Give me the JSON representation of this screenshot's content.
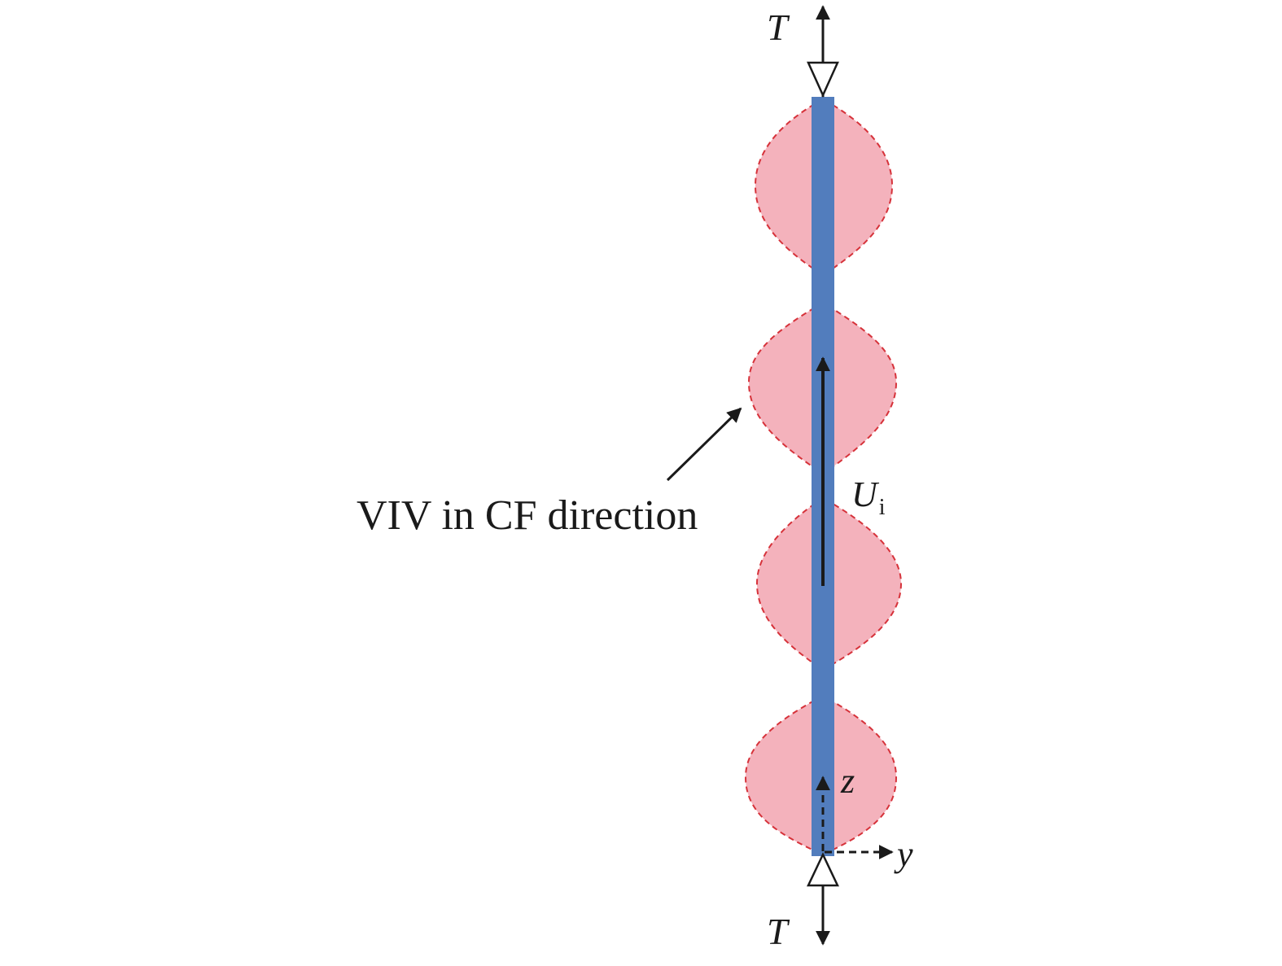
{
  "labels": {
    "tension_top": "T",
    "tension_bottom": "T",
    "viv_annotation": "VIV in CF direction",
    "velocity_main": "U",
    "velocity_sub": "i",
    "axis_z": "z",
    "axis_y": "y"
  },
  "colors": {
    "riser": "#527dbd",
    "envelope_fill": "#f4b2bc",
    "envelope_stroke": "#d6323a",
    "ink": "#1a1a1a"
  }
}
